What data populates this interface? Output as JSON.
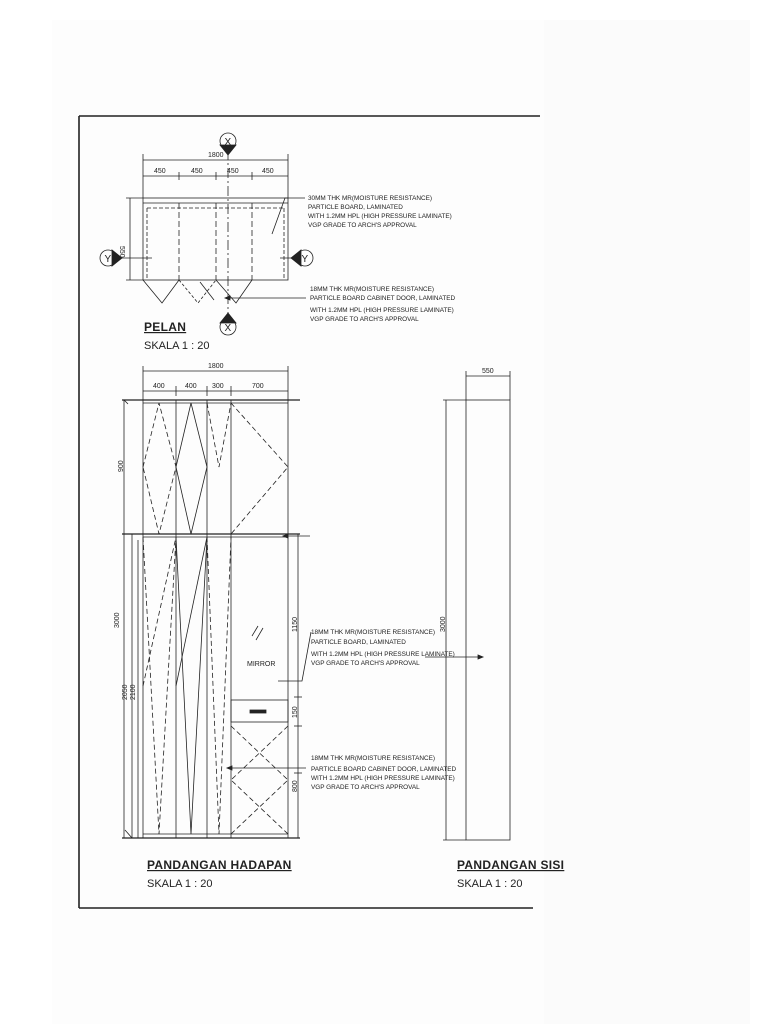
{
  "plan": {
    "title": "PELAN",
    "scale": "SKALA 1 : 20",
    "dim_total": "1800",
    "dim_segments": [
      "450",
      "450",
      "450",
      "450"
    ],
    "dim_depth": "550",
    "section_x": "X",
    "section_y": "Y",
    "note_top": [
      "30MM THK MR(MOISTURE RESISTANCE)",
      "PARTICLE BOARD, LAMINATED",
      "WITH 1.2MM HPL (HIGH PRESSURE LAMINATE)",
      "VGP GRADE TO ARCH'S APPROVAL"
    ],
    "note_bottom": [
      "18MM THK MR(MOISTURE RESISTANCE)",
      "PARTICLE BOARD CABINET DOOR, LAMINATED",
      "WITH 1.2MM HPL (HIGH PRESSURE LAMINATE)",
      "VGP GRADE TO ARCH'S APPROVAL"
    ]
  },
  "front": {
    "title": "PANDANGAN HADAPAN",
    "scale": "SKALA 1 : 20",
    "dim_total": "1800",
    "dim_segments": [
      "400",
      "400",
      "300",
      "700"
    ],
    "dim_overall_height": "3000",
    "dim_upper": "900",
    "dim_lower_a": "2050",
    "dim_lower_b": "2100",
    "dim_mirror": "1150",
    "dim_drawer": "150",
    "dim_bottom": "800",
    "mirror_label": "MIRROR",
    "note_a": [
      "18MM THK MR(MOISTURE RESISTANCE)",
      "PARTICLE BOARD, LAMINATED",
      "WITH 1.2MM HPL (HIGH PRESSURE LAMINATE)",
      "VGP GRADE TO ARCH'S APPROVAL"
    ],
    "note_b": [
      "18MM THK MR(MOISTURE RESISTANCE)",
      "PARTICLE BOARD CABINET DOOR, LAMINATED",
      "WITH 1.2MM HPL (HIGH PRESSURE LAMINATE)",
      "VGP GRADE TO ARCH'S APPROVAL"
    ]
  },
  "side": {
    "title": "PANDANGAN SISI",
    "scale": "SKALA 1 : 20",
    "dim_depth": "550",
    "dim_height": "3000"
  }
}
